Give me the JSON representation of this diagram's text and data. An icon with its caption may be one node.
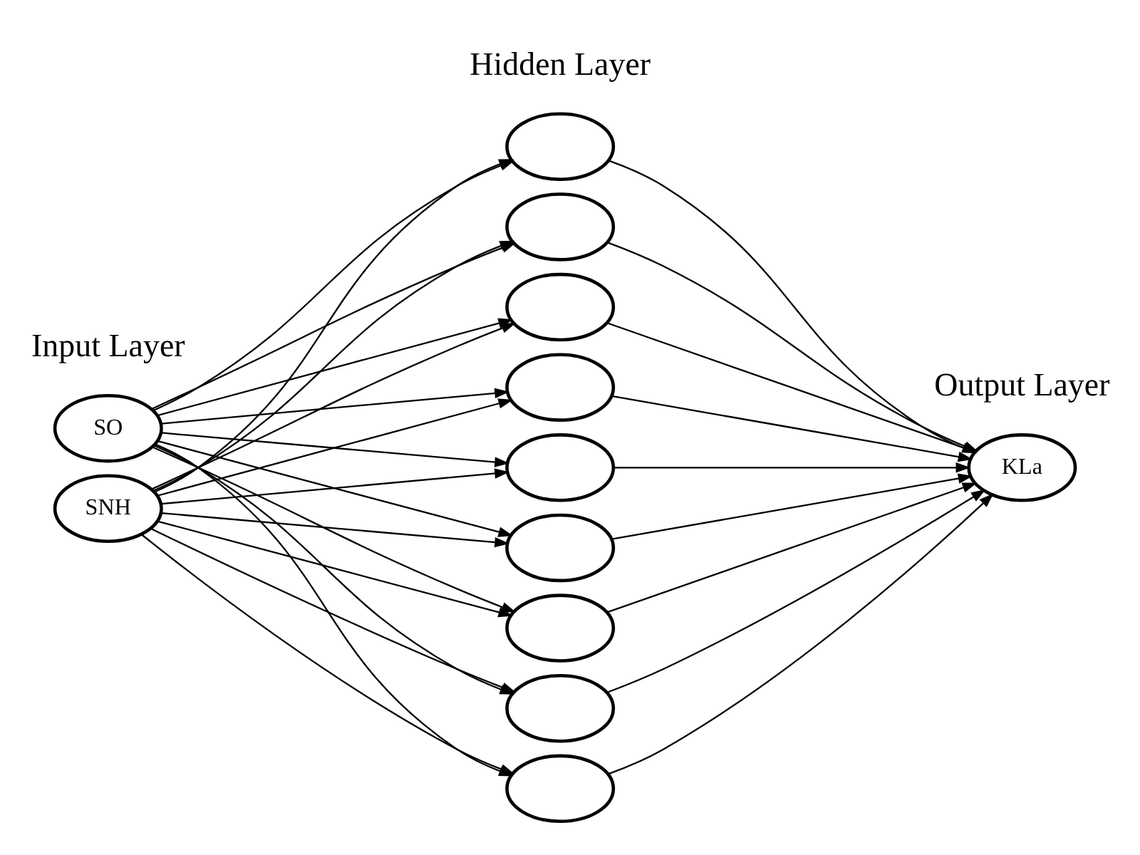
{
  "diagram": {
    "nodes": [
      {
        "text": [
          "SO"
        ]
      },
      {
        "text": [
          "SNH"
        ]
      },
      {
        "text": [],
        "shape": "circle"
      },
      {
        "text": [],
        "shape": "circle"
      },
      {
        "text": [],
        "shape": "circle"
      },
      {
        "text": [],
        "shape": "circle"
      },
      {
        "text": [],
        "shape": "circle"
      },
      {
        "text": [],
        "shape": "circle"
      },
      {
        "text": [],
        "shape": "circle"
      },
      {
        "text": [],
        "shape": "circle"
      },
      {
        "text": [],
        "shape": "circle"
      },
      {
        "text": [
          "KLa"
        ]
      }
    ],
    "edges": [
      {
        "from": 0,
        "to": 2,
        "arrow": "to"
      },
      {
        "from": 0,
        "to": 3,
        "arrow": "to"
      },
      {
        "from": 0,
        "to": 4,
        "arrow": "to"
      },
      {
        "from": 0,
        "to": 5,
        "arrow": "to"
      },
      {
        "from": 0,
        "to": 6,
        "arrow": "to"
      },
      {
        "from": 0,
        "to": 7,
        "arrow": "to"
      },
      {
        "from": 0,
        "to": 8,
        "arrow": "to"
      },
      {
        "from": 0,
        "to": 9,
        "arrow": "to"
      },
      {
        "from": 0,
        "to": 10,
        "arrow": "to"
      },
      {
        "from": 1,
        "to": 2,
        "arrow": "to"
      },
      {
        "from": 1,
        "to": 3,
        "arrow": "to"
      },
      {
        "from": 1,
        "to": 4,
        "arrow": "to"
      },
      {
        "from": 1,
        "to": 5,
        "arrow": "to"
      },
      {
        "from": 1,
        "to": 6,
        "arrow": "to"
      },
      {
        "from": 1,
        "to": 7,
        "arrow": "to"
      },
      {
        "from": 1,
        "to": 8,
        "arrow": "to"
      },
      {
        "from": 1,
        "to": 9,
        "arrow": "to"
      },
      {
        "from": 1,
        "to": 10,
        "arrow": "to"
      },
      {
        "from": 2,
        "to": 11,
        "arrow": "to"
      },
      {
        "from": 3,
        "to": 11,
        "arrow": "to"
      },
      {
        "from": 4,
        "to": 11,
        "arrow": "to"
      },
      {
        "from": 5,
        "to": 11,
        "arrow": "to"
      },
      {
        "from": 6,
        "to": 11,
        "arrow": "to"
      },
      {
        "from": 7,
        "to": 11,
        "arrow": "to"
      },
      {
        "from": 8,
        "to": 11,
        "arrow": "to"
      },
      {
        "from": 9,
        "to": 11,
        "arrow": "to"
      },
      {
        "from": 10,
        "to": 11,
        "arrow": "to"
      }
    ],
    "labels": [
      "Input Layer",
      "Output Layer",
      "Hidden Layer"
    ]
  }
}
